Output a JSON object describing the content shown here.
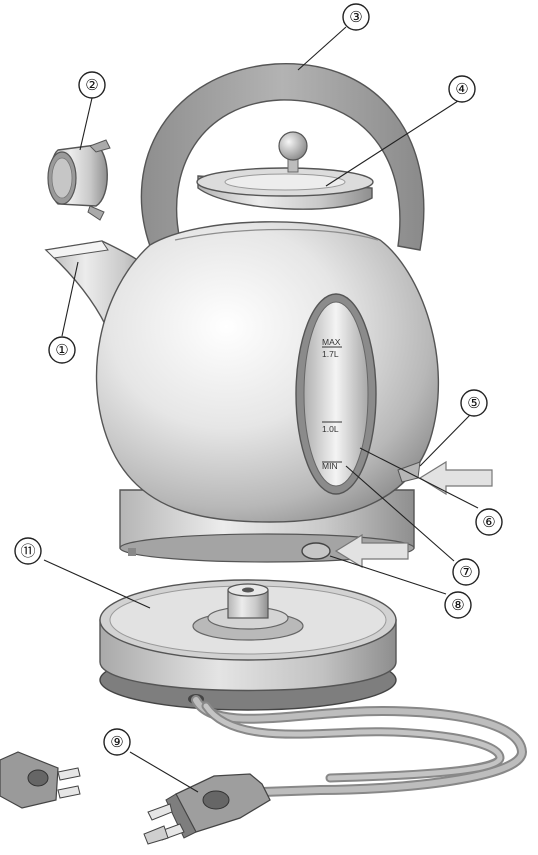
{
  "callouts": [
    {
      "id": "1",
      "label": "①"
    },
    {
      "id": "2",
      "label": "②"
    },
    {
      "id": "3",
      "label": "③"
    },
    {
      "id": "4",
      "label": "④"
    },
    {
      "id": "5",
      "label": "⑤"
    },
    {
      "id": "6",
      "label": "⑥"
    },
    {
      "id": "7",
      "label": "⑦"
    },
    {
      "id": "8",
      "label": "⑧"
    },
    {
      "id": "9",
      "label": "⑨"
    },
    {
      "id": "11",
      "label": "⑪"
    }
  ],
  "water_window": {
    "max_label": "MAX",
    "max_volume": "1.7L",
    "mid_volume": "1.0L",
    "min_label": "MIN"
  },
  "colors": {
    "body_light": "#f2f2f2",
    "body_mid": "#c8c8c8",
    "body_dark": "#8a8a8a",
    "handle": "#9a9a9a",
    "arrow": "#d9d9d9"
  }
}
